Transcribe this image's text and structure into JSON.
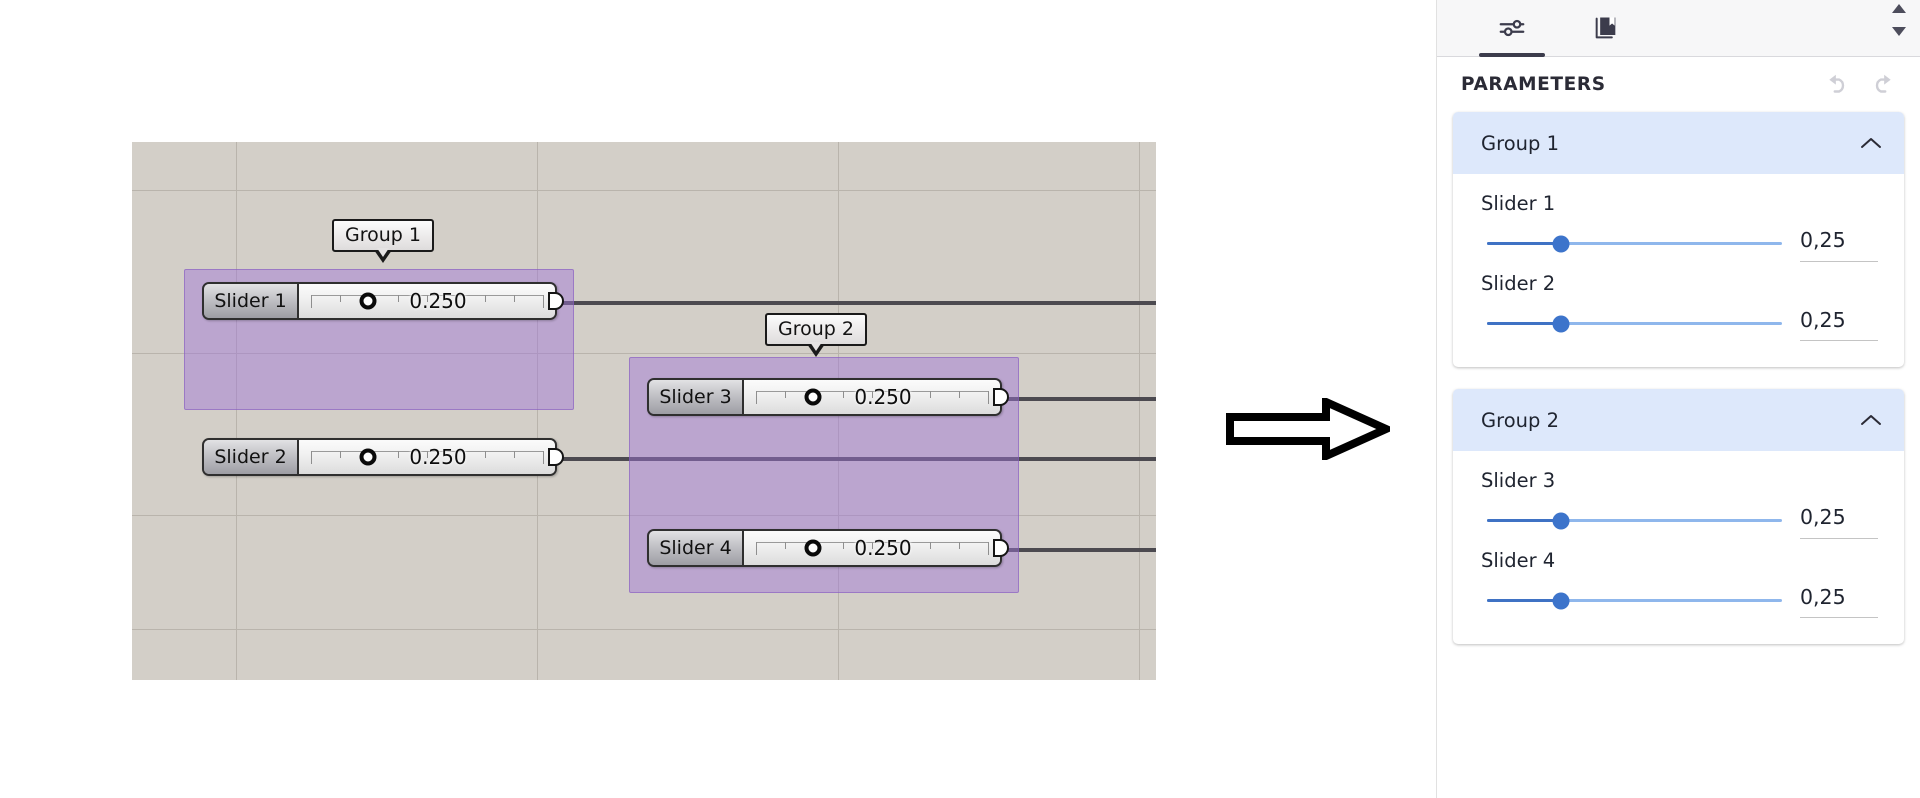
{
  "canvas": {
    "background_color": "#d3cfc8",
    "grid_color": "#b9b4ac",
    "group_color": "#a074d8",
    "groups": [
      {
        "label": "Group 1",
        "sliders": [
          {
            "name": "Slider 1",
            "value": "0.250"
          },
          {
            "name": "Slider 2",
            "value": "0.250"
          }
        ]
      },
      {
        "label": "Group 2",
        "sliders": [
          {
            "name": "Slider 3",
            "value": "0.250"
          },
          {
            "name": "Slider 4",
            "value": "0.250"
          }
        ]
      }
    ]
  },
  "arrow": {
    "name": "right-arrow",
    "color": "#000000"
  },
  "panel": {
    "tabs": [
      {
        "icon": "tune-sliders-icon",
        "name": "parameters-tab",
        "active": true
      },
      {
        "icon": "book-bookmark-icon",
        "name": "library-tab",
        "active": false
      }
    ],
    "scroll": {
      "up": "scroll-up-arrow",
      "down": "scroll-down-arrow"
    },
    "title": "PARAMETERS",
    "history": {
      "undo": "undo-icon",
      "redo": "redo-icon"
    },
    "accent_color": "#3d74cb",
    "card_header_color": "#dde8fb",
    "groups": [
      {
        "title": "Group 1",
        "collapse_icon": "chevron-up-icon",
        "expanded": true,
        "params": [
          {
            "label": "Slider 1",
            "value": "0,25",
            "fraction": 0.25
          },
          {
            "label": "Slider 2",
            "value": "0,25",
            "fraction": 0.25
          }
        ]
      },
      {
        "title": "Group 2",
        "collapse_icon": "chevron-up-icon",
        "expanded": true,
        "params": [
          {
            "label": "Slider 3",
            "value": "0,25",
            "fraction": 0.25
          },
          {
            "label": "Slider 4",
            "value": "0,25",
            "fraction": 0.25
          }
        ]
      }
    ]
  }
}
